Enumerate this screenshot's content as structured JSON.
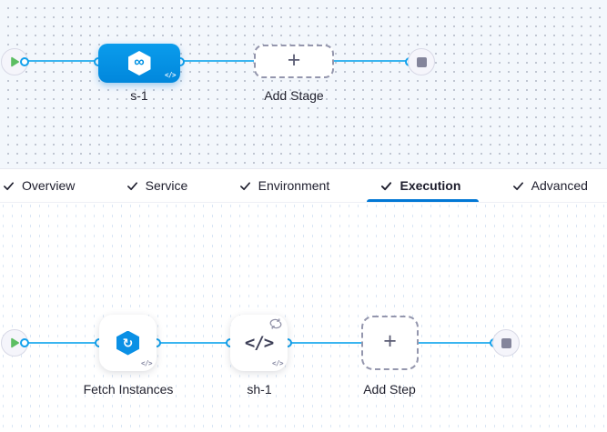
{
  "stage_graph": {
    "stage_label": "s-1",
    "stage_icon_glyph": "∞",
    "stage_code_badge": "</>",
    "add_stage_label": "Add Stage",
    "plus_glyph": "+"
  },
  "tabs": {
    "items": [
      {
        "label": "Overview",
        "checked": true,
        "active": false
      },
      {
        "label": "Service",
        "checked": true,
        "active": false
      },
      {
        "label": "Environment",
        "checked": true,
        "active": false
      },
      {
        "label": "Execution",
        "checked": true,
        "active": true
      },
      {
        "label": "Advanced",
        "checked": true,
        "active": false
      }
    ],
    "active_tab": "Execution"
  },
  "execution_graph": {
    "step1_label": "Fetch Instances",
    "step1_icon_glyph": "↻",
    "step1_code_badge": "</>",
    "step2_label": "sh-1",
    "step2_icon_glyph": "</>",
    "step2_code_badge": "</>",
    "add_step_label": "Add Step",
    "plus_glyph": "+"
  },
  "colors": {
    "stage_canvas_bg": "#f3f7fc",
    "step_canvas_bg": "#ffffff",
    "connector_line": "#3ab5f0",
    "connector_dot_ring": "#12a0ec",
    "stage_node_blue": "#0092e4",
    "active_tab_underline": "#0278d5",
    "play_green": "#5cbe62",
    "stop_gray": "#84859b",
    "dashed_border": "#9496ad"
  }
}
